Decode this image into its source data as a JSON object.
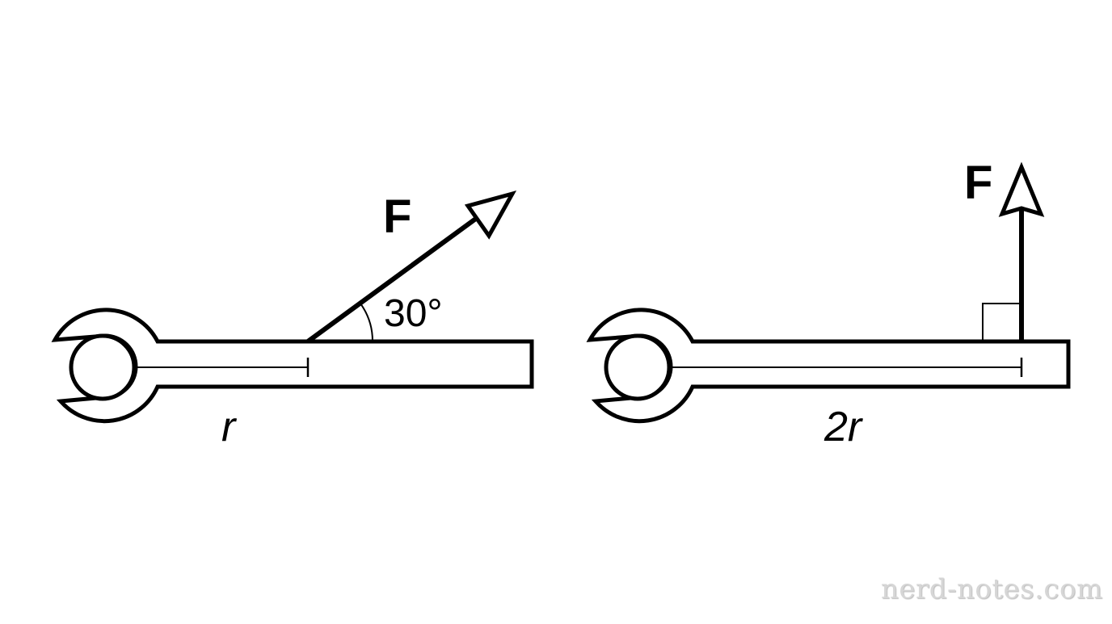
{
  "diagram": {
    "type": "torque-wrench-comparison",
    "left": {
      "force_label": "F",
      "angle_label": "30°",
      "angle_deg": 30,
      "lever_arm_label": "r"
    },
    "right": {
      "force_label": "F",
      "angle_deg": 90,
      "right_angle_marker": true,
      "lever_arm_label": "2r"
    },
    "stroke_color": "#000000",
    "background_color": "#ffffff"
  },
  "watermark": {
    "text": "nerd-notes.com",
    "color": "#d6d6d6"
  }
}
